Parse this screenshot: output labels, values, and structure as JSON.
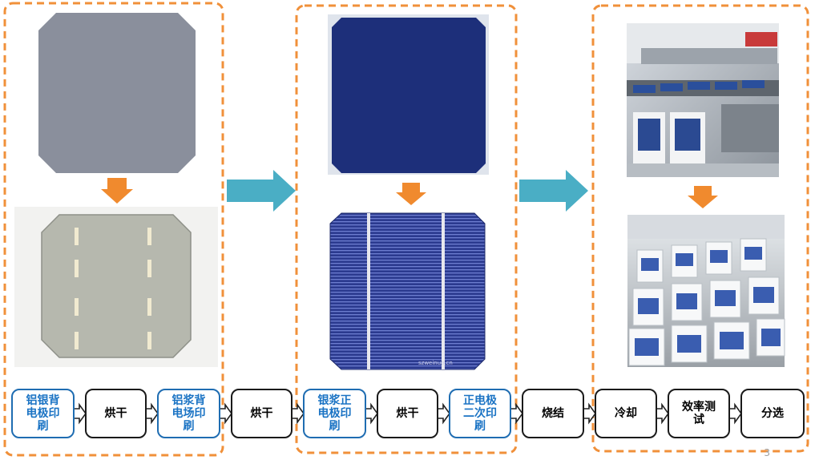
{
  "process_steps": [
    {
      "label": "铝银背\n电极印\n刷",
      "style": "blue"
    },
    {
      "label": "烘干",
      "style": "black"
    },
    {
      "label": "铝浆背\n电场印\n刷",
      "style": "blue"
    },
    {
      "label": "烘干",
      "style": "black"
    },
    {
      "label": "银浆正\n电极印\n刷",
      "style": "blue"
    },
    {
      "label": "烘干",
      "style": "black"
    },
    {
      "label": "正电极\n二次印\n刷",
      "style": "blue"
    },
    {
      "label": "烧结",
      "style": "black"
    },
    {
      "label": "冷却",
      "style": "black"
    },
    {
      "label": "效率测\n试",
      "style": "black"
    },
    {
      "label": "分选",
      "style": "black"
    }
  ],
  "watermark": "szweinuo.cn",
  "slide_number": "3",
  "colors": {
    "dash_border": "#f0903a",
    "down_arrow": "#f08a2e",
    "big_arrow": "#4aaec5",
    "blue_step": "#1a73c4"
  }
}
